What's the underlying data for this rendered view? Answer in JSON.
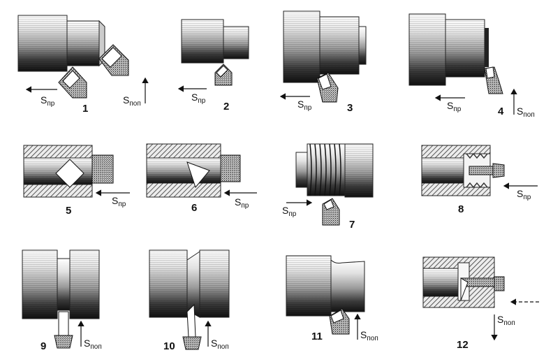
{
  "feed_longitudinal_main": "S",
  "feed_longitudinal_sub": "пр",
  "feed_transverse_main": "S",
  "feed_transverse_sub": "поп",
  "operations": [
    {
      "number": "1"
    },
    {
      "number": "2"
    },
    {
      "number": "3"
    },
    {
      "number": "4"
    },
    {
      "number": "5"
    },
    {
      "number": "6"
    },
    {
      "number": "7"
    },
    {
      "number": "8"
    },
    {
      "number": "9"
    },
    {
      "number": "10"
    },
    {
      "number": "11"
    },
    {
      "number": "12"
    }
  ]
}
